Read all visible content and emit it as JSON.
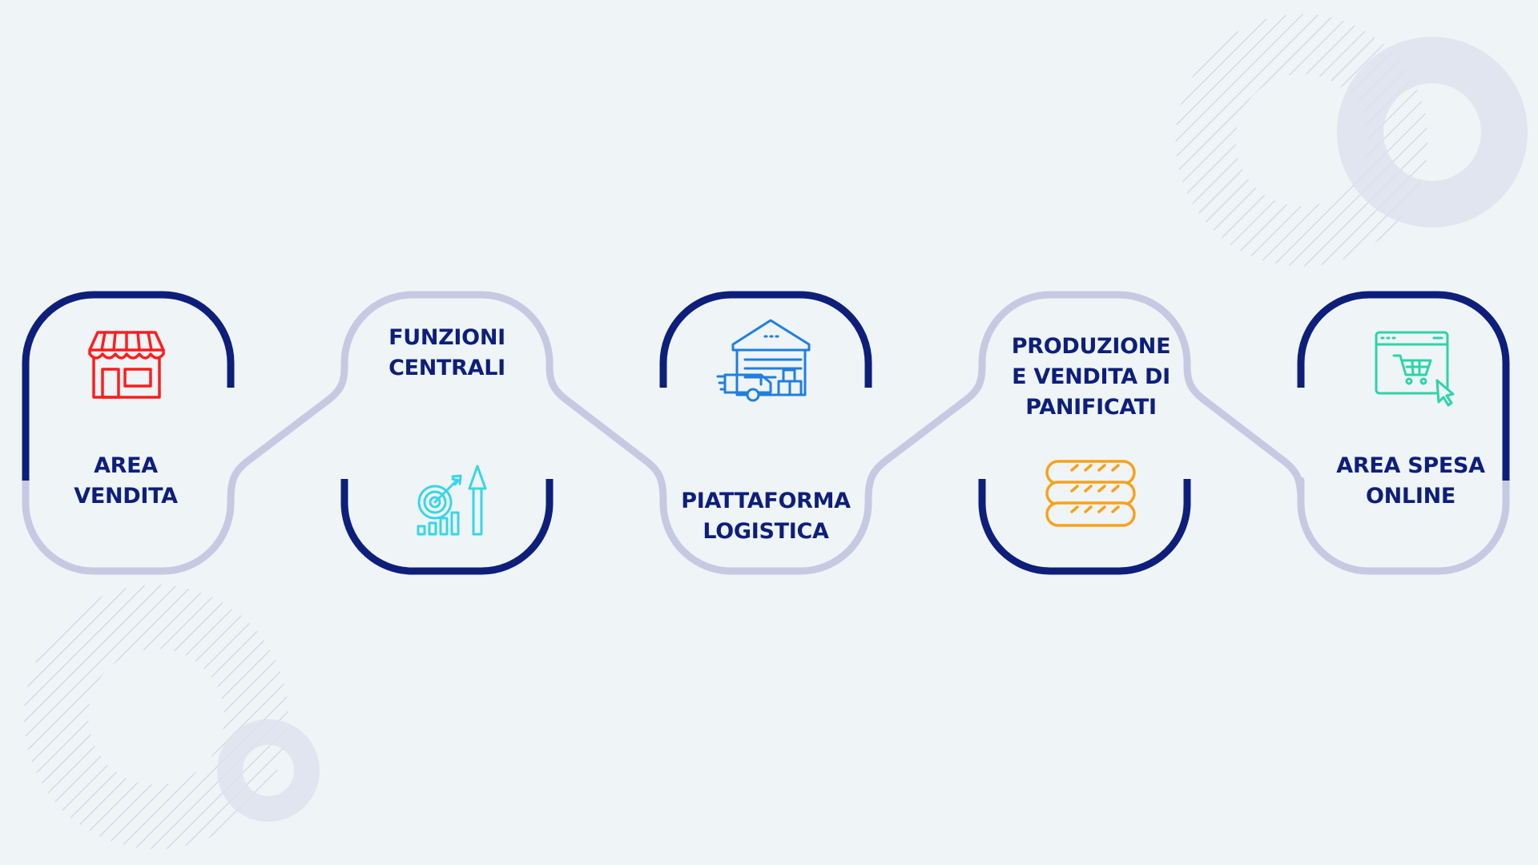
{
  "steps": [
    {
      "id": "area-vendita",
      "lines": [
        "AREA",
        "VENDITA"
      ],
      "icon": "storefront-icon",
      "icon_color": "#ff1d1d"
    },
    {
      "id": "funzioni-centrali",
      "lines": [
        "FUNZIONI",
        "CENTRALI"
      ],
      "icon": "target-growth-chart-icon",
      "icon_color": "#38d6e6"
    },
    {
      "id": "piattaforma-logistica",
      "lines": [
        "PIATTAFORMA",
        "LOGISTICA"
      ],
      "icon": "warehouse-truck-icon",
      "icon_color": "#1f7fe0"
    },
    {
      "id": "produzione-panificati",
      "lines": [
        "PRODUZIONE",
        "E VENDITA DI",
        "PANIFICATI"
      ],
      "icon": "bread-loaves-icon",
      "icon_color": "#f7a21b"
    },
    {
      "id": "area-spesa-online",
      "lines": [
        "AREA SPESA",
        "ONLINE"
      ],
      "icon": "online-shopping-cart-icon",
      "icon_color": "#2dd4a8"
    }
  ],
  "colors": {
    "background": "#eff4f7",
    "dark_arc": "#0d1f7a",
    "light_connector": "#c5cae2",
    "text": "#0d1f7a",
    "decor": "#d2d8e8"
  }
}
